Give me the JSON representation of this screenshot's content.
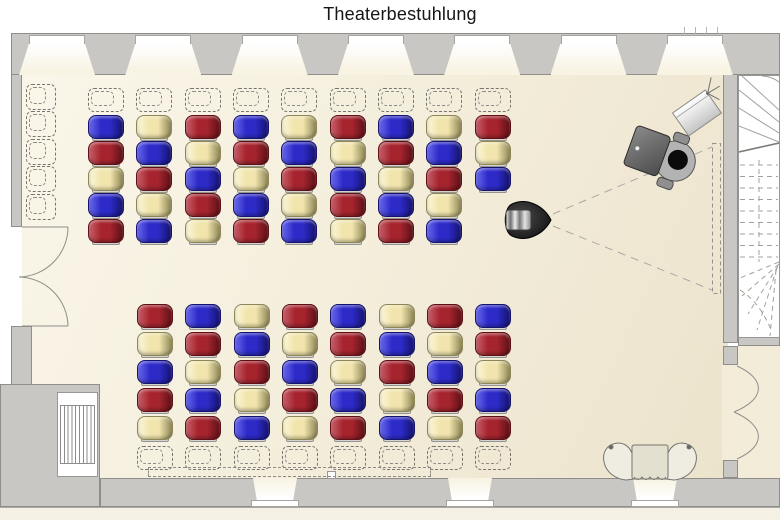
{
  "title": "Theaterbestuhlung",
  "palette": {
    "wall": "#c8c7c3",
    "wall_line": "#8f8e8a",
    "floor_light": "#faf6e9",
    "floor_dark": "#ece3cc",
    "seat_blue": "#2d2bc8",
    "seat_blue_hi": "#6a68ee",
    "seat_blue_dk": "#15136e",
    "seat_red": "#a6242e",
    "seat_red_hi": "#c8606a",
    "seat_red_dk": "#5e1016",
    "seat_yellow": "#f1e5ad",
    "seat_yellow_hi": "#fbf6da",
    "seat_yellow_dk": "#8f8656",
    "chair_base": "#d4d3d0",
    "dashed_outline": "#76756f"
  },
  "seating": {
    "legend": {
      "B": "blue chair",
      "R": "red chair",
      "Y": "yellow chair",
      "ghost": "dashed optional chair"
    },
    "top_block": {
      "ghost_row_position": "top",
      "columns": [
        [
          "B",
          "R",
          "Y",
          "B",
          "R"
        ],
        [
          "Y",
          "B",
          "R",
          "Y",
          "B"
        ],
        [
          "R",
          "Y",
          "B",
          "R",
          "Y"
        ],
        [
          "B",
          "R",
          "Y",
          "B",
          "R"
        ],
        [
          "Y",
          "B",
          "R",
          "Y",
          "B"
        ],
        [
          "R",
          "Y",
          "B",
          "R",
          "Y"
        ],
        [
          "B",
          "R",
          "Y",
          "B",
          "R"
        ],
        [
          "Y",
          "B",
          "R",
          "Y",
          "B"
        ],
        [
          "R",
          "Y",
          "B"
        ]
      ]
    },
    "bottom_block": {
      "ghost_row_position": "bottom",
      "columns": [
        [
          "R",
          "Y",
          "B",
          "R",
          "Y"
        ],
        [
          "B",
          "R",
          "Y",
          "B",
          "R"
        ],
        [
          "Y",
          "B",
          "R",
          "Y",
          "B"
        ],
        [
          "R",
          "Y",
          "B",
          "R",
          "Y"
        ],
        [
          "B",
          "R",
          "Y",
          "B",
          "R"
        ],
        [
          "Y",
          "B",
          "R",
          "Y",
          "B"
        ],
        [
          "R",
          "Y",
          "B",
          "R",
          "Y"
        ],
        [
          "B",
          "R",
          "Y",
          "B",
          "R"
        ]
      ]
    },
    "left_wall_ghost_chairs": 5,
    "total_colored_chairs": 83
  },
  "objects": {
    "projector": "projector",
    "projection_screen": "projection screen (dashed, on right wall)",
    "operator_chair": "chair with seated person",
    "flipchart": "flipchart",
    "armchair": "armchair at bottom wall",
    "staircase": "winding staircase (right)",
    "radiator": "radiator / steps niche (bottom left)",
    "door_left": "double door, left wall",
    "door_bottom_right": "double door, bottom right",
    "chair_storage": "dashed chair storage outline"
  }
}
